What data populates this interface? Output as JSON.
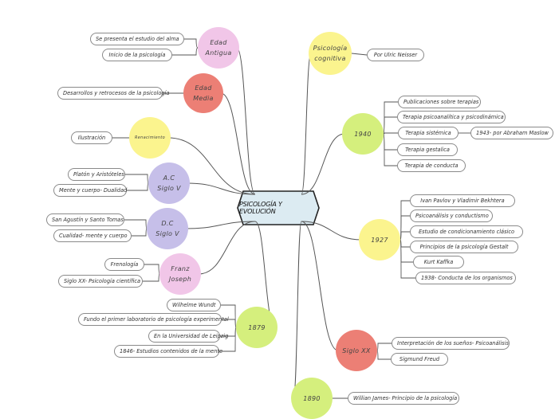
{
  "center": {
    "label": "PSICOLOGÍA Y EVOLUCIÓN"
  },
  "colors": {
    "pink": "#f1c6e8",
    "red": "#ec7f75",
    "yellow": "#fbf48e",
    "lavender": "#c6bfe9",
    "green": "#d5ef7d",
    "center_fill": "#dcebf2",
    "line": "#555555",
    "pill_border": "#8a8a8a"
  },
  "nodes": {
    "edad_antigua": {
      "label": "Edad\nAntigua",
      "color": "pink",
      "items": [
        "Se presenta el estudio del alma",
        "Inicio de la psicología"
      ]
    },
    "edad_media": {
      "label": "Edad\nMedia",
      "color": "red",
      "items": [
        "Desarrollos y retrocesos de la psicología"
      ]
    },
    "renacimiento": {
      "label": "Renacimiento",
      "color": "yellow",
      "items": [
        "Ilustración"
      ]
    },
    "ac_siglo_v": {
      "label": "A.C\nSiglo V",
      "color": "lavender",
      "items": [
        "Platón y Aristóteles",
        "Mente y cuerpo- Dualidad"
      ]
    },
    "dc_siglo_v": {
      "label": "D.C\nSiglo V",
      "color": "lavender",
      "items": [
        "San Agustín y Santo Tomas",
        "Cualidad- mente y cuerpo"
      ]
    },
    "franz_joseph": {
      "label": "Franz\nJoseph",
      "color": "pink",
      "items": [
        "Frenología",
        "Siglo XX- Psicología científica"
      ]
    },
    "y1879": {
      "label": "1879",
      "color": "green",
      "items": [
        "Wilhelme Wundt",
        "Fundo el primer laboratorio de psicología experimental",
        "En la Universidad de Leipzig",
        "1846- Estudios contenidos de la mente"
      ]
    },
    "y1890": {
      "label": "1890",
      "color": "green",
      "items": [
        "Willian James- Principio de la psicología"
      ]
    },
    "psicologia_cognitiva": {
      "label": "Psicología\ncognitiva",
      "color": "yellow",
      "items": [
        "Por Ulric Neisser"
      ]
    },
    "y1940": {
      "label": "1940",
      "color": "green",
      "items": [
        "Publicaciones sobre terapias",
        "Terapia psicoanalítica y psicodinámica",
        "Terapia sistémica",
        "Terapia gestalica",
        "Terapia de conducta"
      ],
      "sub_item": "1943- por Abraham Maslow"
    },
    "y1927": {
      "label": "1927",
      "color": "yellow",
      "items": [
        "Ivan Pavlov y Vladimir Bekhtera",
        "Psicoanálisis y conductismo",
        "Estudio de condicionamiento clásico",
        "Principios de la psicología Gestalt",
        "Kurt Kaffka",
        "1938- Conducta de los organismos"
      ]
    },
    "siglo_xx": {
      "label": "Siglo XX",
      "color": "red",
      "items": [
        "Interpretación de los sueños- Psicoanálisis",
        "Sigmund Freud"
      ]
    }
  }
}
